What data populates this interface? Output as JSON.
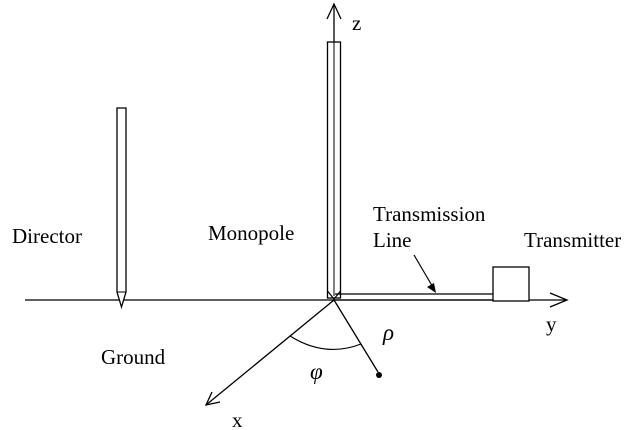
{
  "labels": {
    "director": "Director",
    "monopole": "Monopole",
    "transmission_line_1": "Transmission",
    "transmission_line_2": "Line",
    "transmitter": "Transmitter",
    "ground": "Ground",
    "axis_x": "x",
    "axis_y": "y",
    "axis_z": "z",
    "phi": "φ",
    "rho": "ρ"
  }
}
